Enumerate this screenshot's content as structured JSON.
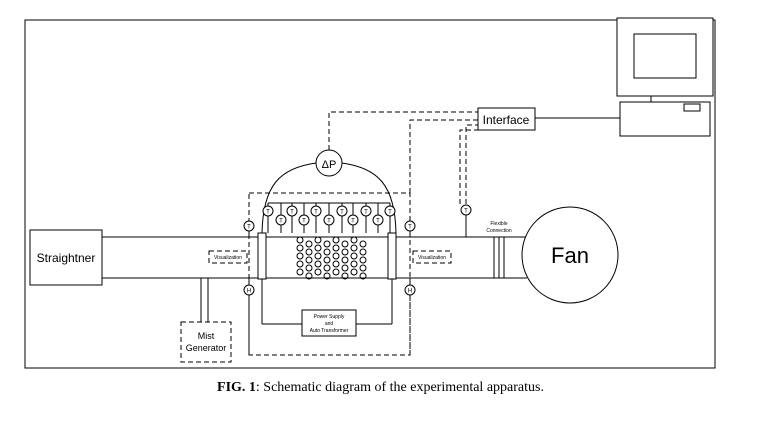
{
  "labels": {
    "straightener": "Straightner",
    "fan": "Fan",
    "interface": "Interface",
    "delta_p": "ΔP",
    "visualization": "Visualization",
    "flexible": "Flexible",
    "connection": "Connection",
    "power_line1": "Power Supply",
    "power_line2": "and",
    "power_line3": "Auto Transformer",
    "mist_line1": "Mist",
    "mist_line2": "Generator",
    "sensor_t": "T",
    "sensor_h": "H"
  },
  "caption": {
    "prefix": "FIG. 1",
    "text": ": Schematic diagram of the experimental apparatus."
  }
}
